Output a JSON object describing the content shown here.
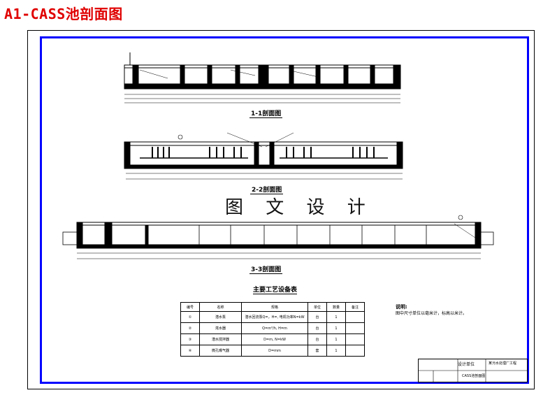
{
  "page": {
    "title": "A1-CASS池剖面图"
  },
  "sections": {
    "s1": "1-1剖面图",
    "s2": "2-2剖面图",
    "s3": "3-3剖面图"
  },
  "watermark": "图 文 设 计",
  "equipment_table": {
    "title": "主要工艺设备表",
    "headers": [
      "编号",
      "名称",
      "规格",
      "单位",
      "数量",
      "备注"
    ],
    "rows": [
      [
        "①",
        "潜水泵",
        "潜水回流泵Q=，H=, 电机功率N=kW",
        "台",
        "1",
        ""
      ],
      [
        "②",
        "滗水器",
        "Q=m³/h, H=m",
        "台",
        "1",
        ""
      ],
      [
        "③",
        "潜水搅拌器",
        "D=m, N=kW",
        "台",
        "1",
        ""
      ],
      [
        "④",
        "微孔曝气器",
        "D=mm",
        "套",
        "1",
        ""
      ]
    ]
  },
  "notes": {
    "title": "说明:",
    "text": "图中尺寸单位以毫米计，标高以米计。"
  },
  "title_block": {
    "designer": "设计单位",
    "project": "某污水处理厂工程",
    "drawing": "CASS池剖面图"
  },
  "colors": {
    "title": "#e00000",
    "frame": "#0000ff",
    "line": "#000000"
  }
}
